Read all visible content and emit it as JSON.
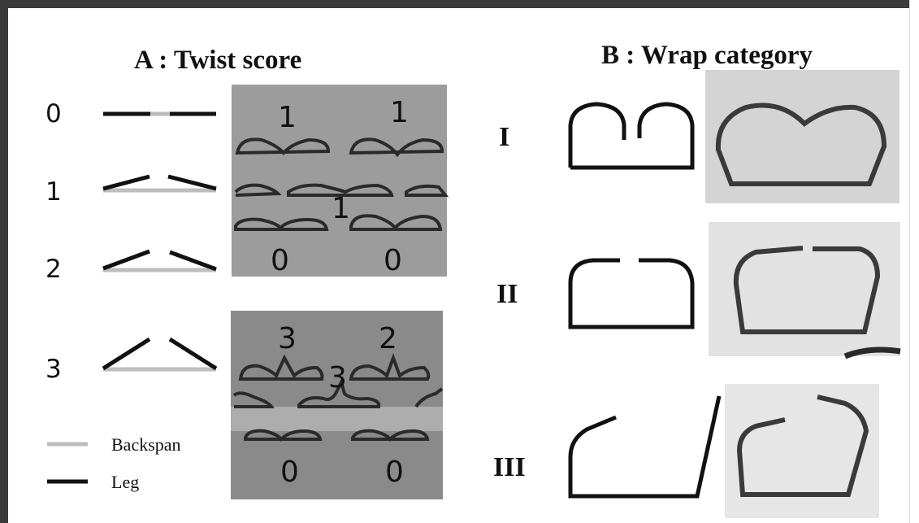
{
  "panel_a": {
    "title": "A : Twist score",
    "scores": [
      "0",
      "1",
      "2",
      "3"
    ],
    "legend": {
      "backspan_label": "Backspan",
      "leg_label": "Leg"
    },
    "photo_top_scores": [
      "1",
      "1",
      "1",
      "0",
      "0"
    ],
    "photo_bottom_scores": [
      "3",
      "2",
      "3",
      "0",
      "0"
    ]
  },
  "panel_b": {
    "title": "B : Wrap category",
    "categories": [
      "I",
      "II",
      "III"
    ]
  },
  "colors": {
    "leg": "#111111",
    "backspan": "#bdbdbd",
    "photo_bg": "#8f8f8f",
    "photo_bg_light": "#d4d4d4"
  }
}
